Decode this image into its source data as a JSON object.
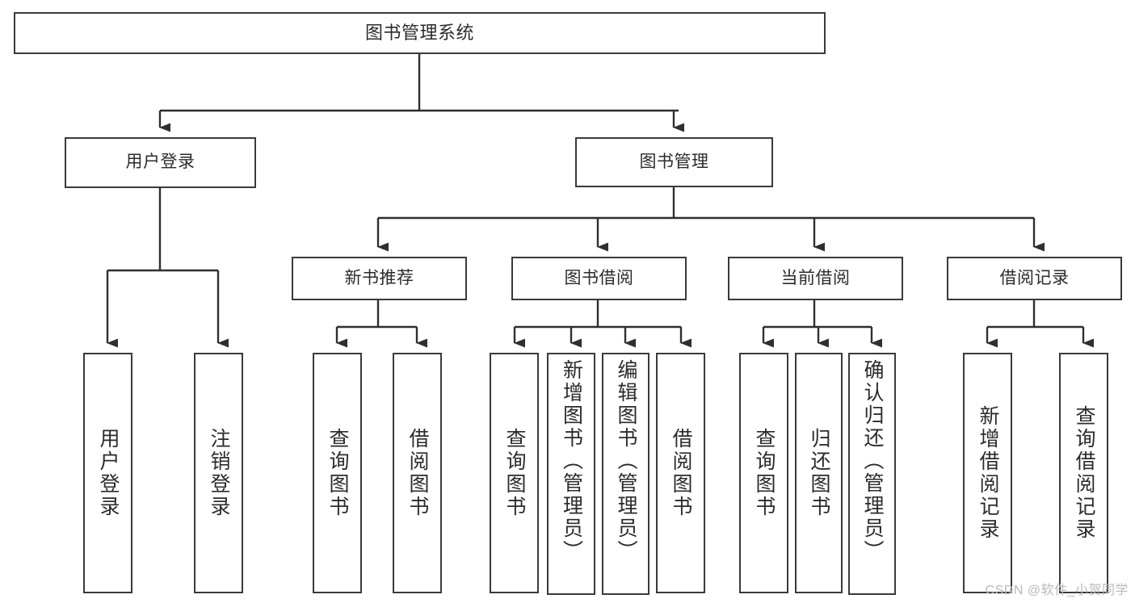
{
  "diagram": {
    "title": "图书管理系统",
    "type": "tree",
    "watermark": "CSDN @软件_小贺同学",
    "colors": {
      "node_border": "#3a3a3a",
      "node_fill": "#ffffff",
      "edge": "#2f2f2f",
      "text": "#2b2b2b",
      "watermark": "#b9b9b9",
      "background": "#ffffff"
    },
    "nodes": {
      "root": {
        "label": "图书管理系统"
      },
      "level1": [
        {
          "id": "user-login",
          "label": "用户登录"
        },
        {
          "id": "book-manage",
          "label": "图书管理"
        }
      ],
      "level2": [
        {
          "id": "new-book-recommend",
          "label": "新书推荐"
        },
        {
          "id": "book-borrow",
          "label": "图书借阅"
        },
        {
          "id": "current-borrow",
          "label": "当前借阅"
        },
        {
          "id": "borrow-record",
          "label": "借阅记录"
        }
      ],
      "leaves": {
        "user-login": [
          {
            "id": "leaf-user-login",
            "label": "用户登录"
          },
          {
            "id": "leaf-logout-login",
            "label": "注销登录"
          }
        ],
        "new-book-recommend": [
          {
            "id": "leaf-query-book-1",
            "label": "查询图书"
          },
          {
            "id": "leaf-borrow-book-1",
            "label": "借阅图书"
          }
        ],
        "book-borrow": [
          {
            "id": "leaf-query-book-2",
            "label": "查询图书"
          },
          {
            "id": "leaf-add-book-admin",
            "label": "新增图书（管理员）"
          },
          {
            "id": "leaf-edit-book-admin",
            "label": "编辑图书（管理员）"
          },
          {
            "id": "leaf-borrow-book-2",
            "label": "借阅图书"
          }
        ],
        "current-borrow": [
          {
            "id": "leaf-query-book-3",
            "label": "查询图书"
          },
          {
            "id": "leaf-return-book",
            "label": "归还图书"
          },
          {
            "id": "leaf-confirm-return-admin",
            "label": "确认归还（管理员）"
          }
        ],
        "borrow-record": [
          {
            "id": "leaf-add-borrow-record",
            "label": "新增借阅记录"
          },
          {
            "id": "leaf-query-borrow-record",
            "label": "查询借阅记录"
          }
        ]
      }
    }
  }
}
